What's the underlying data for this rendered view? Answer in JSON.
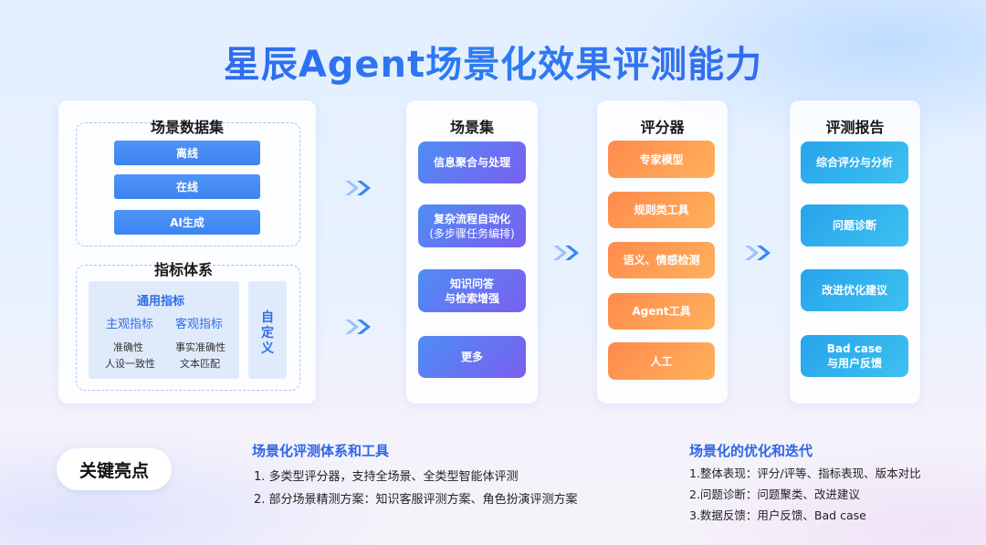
{
  "title": "星辰Agent场景化效果评测能力",
  "dataset_panel": {
    "title": "场景数据集",
    "items": [
      "离线",
      "在线",
      "AI生成"
    ]
  },
  "metric_panel": {
    "title": "指标体系",
    "general_title": "通用指标",
    "subjective_label": "主观指标",
    "objective_label": "客观指标",
    "subjective_items": [
      "准确性",
      "人设一致性"
    ],
    "objective_items": [
      "事实准确性",
      "文本匹配"
    ],
    "custom_label": "自定义"
  },
  "scenario_panel": {
    "title": "场景集",
    "items": [
      {
        "label": "信息聚合与处理",
        "sub": ""
      },
      {
        "label": "复杂流程自动化",
        "sub": "(多步骤任务编排)"
      },
      {
        "label": "知识问答",
        "sub": "与检索增强"
      },
      {
        "label": "更多",
        "sub": ""
      }
    ]
  },
  "scorer_panel": {
    "title": "评分器",
    "items": [
      "专家模型",
      "规则类工具",
      "语义、情感检测",
      "Agent工具",
      "人工"
    ]
  },
  "report_panel": {
    "title": "评测报告",
    "items": [
      {
        "label": "综合评分与分析",
        "sub": ""
      },
      {
        "label": "问题诊断",
        "sub": ""
      },
      {
        "label": "改进优化建议",
        "sub": ""
      },
      {
        "label": "Bad case",
        "sub": "与用户反馈"
      }
    ]
  },
  "highlights": {
    "pill_label": "关键亮点",
    "left_title": "场景化评测体系和工具",
    "left_lines": [
      "1. 多类型评分器，支持全场景、全类型智能体评测",
      "2. 部分场景精测方案：知识客服评测方案、角色扮演评测方案"
    ],
    "right_title": "场景化的优化和迭代",
    "right_lines": [
      "1.整体表现：评分/评等、指标表现、版本对比",
      "2.问题诊断：问题聚类、改进建议",
      "3.数据反馈：用户反馈、Bad case"
    ]
  },
  "colors": {
    "title_blue": "#2d6ff0",
    "button_blue": "#4a8ff5",
    "arrow_blue": "#3c86f3",
    "orange": "#ff9a52",
    "cyan": "#2db0ee",
    "purple": "#6a72f2"
  },
  "icons": [
    "double-chevron-right-icon"
  ]
}
